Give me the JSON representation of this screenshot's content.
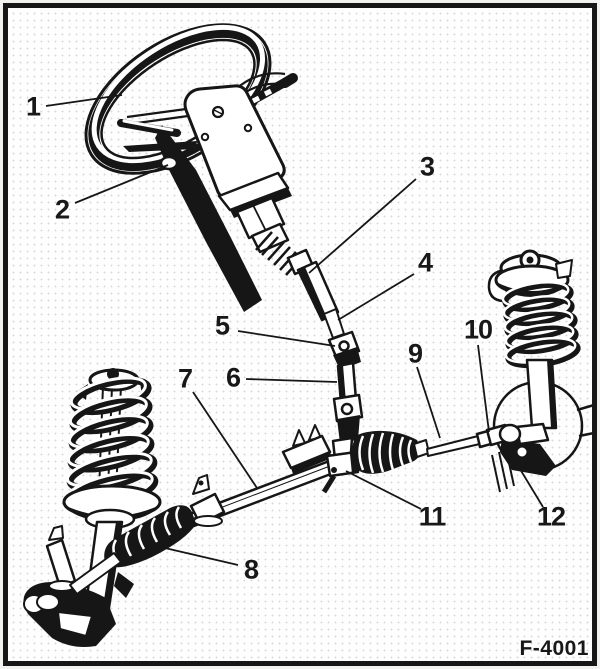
{
  "figure_code": "F-4001",
  "colors": {
    "line": "#161616",
    "background": "#fefefe",
    "frame": "#171717"
  },
  "callouts": [
    {
      "id": 1,
      "label": "1"
    },
    {
      "id": 2,
      "label": "2"
    },
    {
      "id": 3,
      "label": "3"
    },
    {
      "id": 4,
      "label": "4"
    },
    {
      "id": 5,
      "label": "5"
    },
    {
      "id": 6,
      "label": "6"
    },
    {
      "id": 7,
      "label": "7"
    },
    {
      "id": 8,
      "label": "8"
    },
    {
      "id": 9,
      "label": "9"
    },
    {
      "id": 10,
      "label": "10"
    },
    {
      "id": 11,
      "label": "11"
    },
    {
      "id": 12,
      "label": "12"
    }
  ]
}
